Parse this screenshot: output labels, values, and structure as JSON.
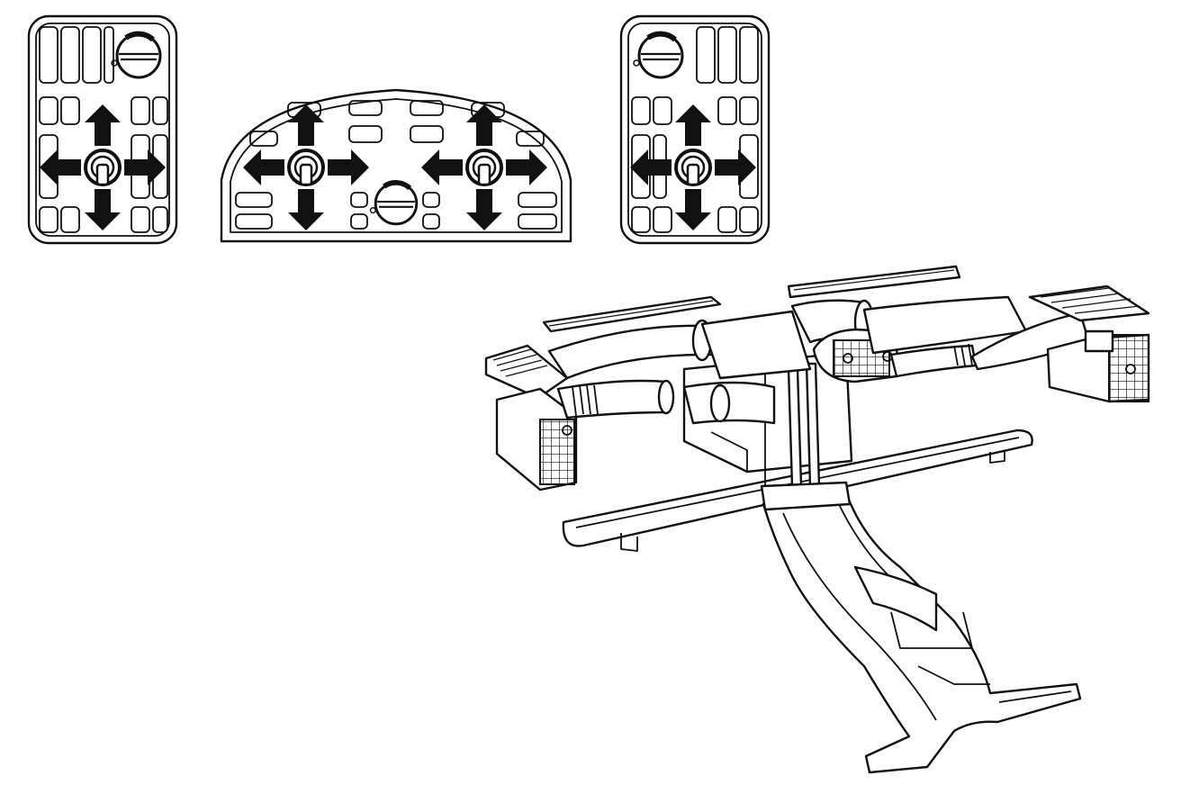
{
  "figure": {
    "panels": [
      {
        "id": "left-vent",
        "depicts": "side-vent-panel"
      },
      {
        "id": "center-vent",
        "depicts": "center-vent-panel"
      },
      {
        "id": "right-vent",
        "depicts": "side-vent-panel"
      }
    ],
    "duct_assembly": "ventilation-duct-assembly"
  },
  "colors": {
    "ink": "#111111",
    "paper": "#ffffff"
  }
}
